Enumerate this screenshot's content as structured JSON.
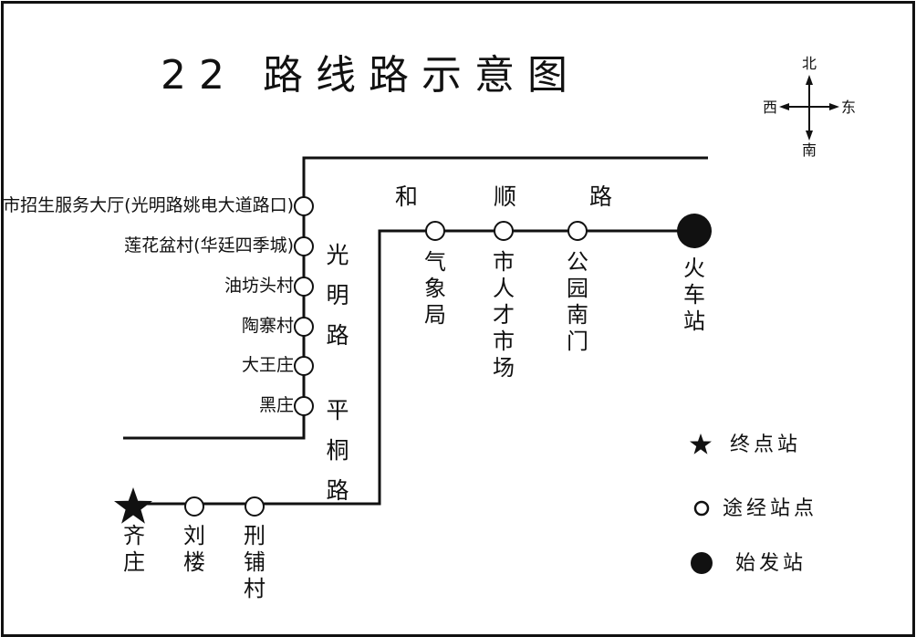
{
  "title": "22 路线路示意图",
  "compass": {
    "north": "北",
    "south": "南",
    "east": "东",
    "west": "西"
  },
  "roads": {
    "guangming": [
      "光",
      "明",
      "路"
    ],
    "pingtong": [
      "平",
      "桐",
      "路"
    ],
    "heshun": [
      "和",
      "顺",
      "路"
    ]
  },
  "stops_left_column": [
    {
      "name": "市招生服务大厅(光明路姚电大道路口)",
      "type": "via"
    },
    {
      "name": "莲花盆村(华廷四季城)",
      "type": "via"
    },
    {
      "name": "油坊头村",
      "type": "via"
    },
    {
      "name": "陶寨村",
      "type": "via"
    },
    {
      "name": "大王庄",
      "type": "via"
    },
    {
      "name": "黑庄",
      "type": "via"
    }
  ],
  "stops_top_row": [
    {
      "name": "气象局",
      "type": "via"
    },
    {
      "name": "市人才市场",
      "type": "via"
    },
    {
      "name": "公园南门",
      "type": "via"
    },
    {
      "name": "火车站",
      "type": "start"
    }
  ],
  "stops_bottom_row": [
    {
      "name": "齐庄",
      "type": "terminal"
    },
    {
      "name": "刘楼",
      "type": "via"
    },
    {
      "name": "刑铺村",
      "type": "via"
    }
  ],
  "legend": [
    {
      "symbol": "star-icon",
      "label": "终点站"
    },
    {
      "symbol": "hollow-circle-icon",
      "label": "途经站点"
    },
    {
      "symbol": "filled-circle-icon",
      "label": "始发站"
    }
  ],
  "colors": {
    "line": "#111111",
    "background": "#ffffff"
  }
}
